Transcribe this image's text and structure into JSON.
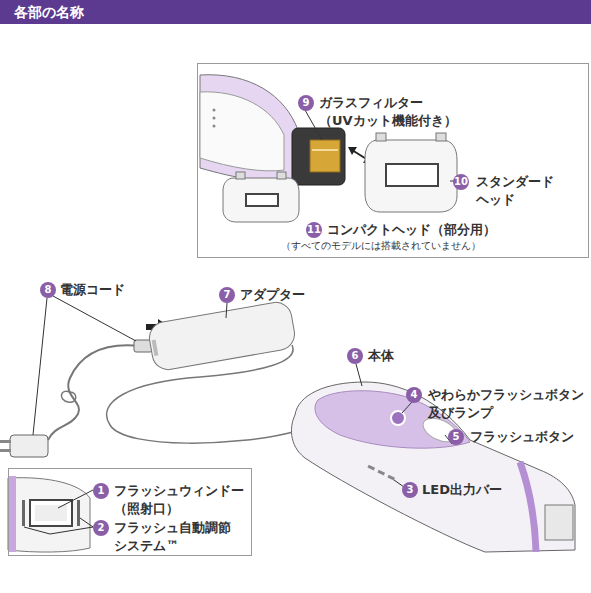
{
  "diagram": {
    "title": "各部の名称",
    "nodes": [
      {
        "text": [
          "9",
          "ガラスフィルター （UVカット機能付き）",
          "10",
          "スタンダード ヘッド",
          "11",
          "コンパクトヘッド（部分用）",
          "（すべてのモデルには搭載されていません）"
        ]
      },
      {
        "text": [
          "1",
          "フラッシュウィンドー （照射口）",
          "2",
          "フラッシュ自動調節 システム™"
        ]
      }
    ],
    "labels": [
      "8",
      "電源コード",
      "7",
      "アダプター",
      "6",
      "本体",
      "4",
      "やわらかフラッシュボタン 及びランプ",
      "5",
      "フラッシュボタン",
      "3",
      "LED出力バー"
    ]
  }
}
